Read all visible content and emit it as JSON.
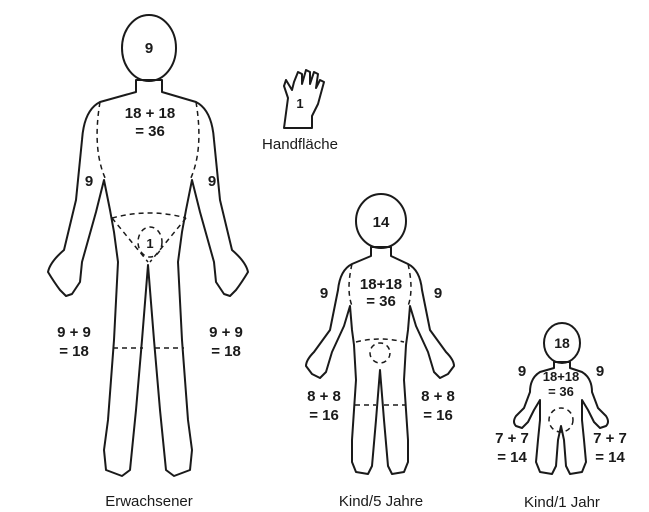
{
  "palm": {
    "value": "1",
    "caption": "Handfläche"
  },
  "adult": {
    "head": "9",
    "trunk_line1": "18 + 18",
    "trunk_line2": "= 36",
    "arm_left": "9",
    "arm_right": "9",
    "genital": "1",
    "leg_left_line1": "9 + 9",
    "leg_left_line2": "= 18",
    "leg_right_line1": "9 + 9",
    "leg_right_line2": "= 18",
    "caption": "Erwachsener"
  },
  "child5": {
    "head": "14",
    "trunk_line1": "18+18",
    "trunk_line2": "= 36",
    "arm_left": "9",
    "arm_right": "9",
    "leg_left_line1": "8 + 8",
    "leg_left_line2": "= 16",
    "leg_right_line1": "8 + 8",
    "leg_right_line2": "= 16",
    "caption": "Kind/5 Jahre"
  },
  "child1": {
    "head": "18",
    "trunk_line1": "18+18",
    "trunk_line2": "= 36",
    "arm_left": "9",
    "arm_right": "9",
    "leg_left_line1": "7 + 7",
    "leg_left_line2": "= 14",
    "leg_right_line1": "7 + 7",
    "leg_right_line2": "= 14",
    "caption": "Kind/1 Jahr"
  }
}
